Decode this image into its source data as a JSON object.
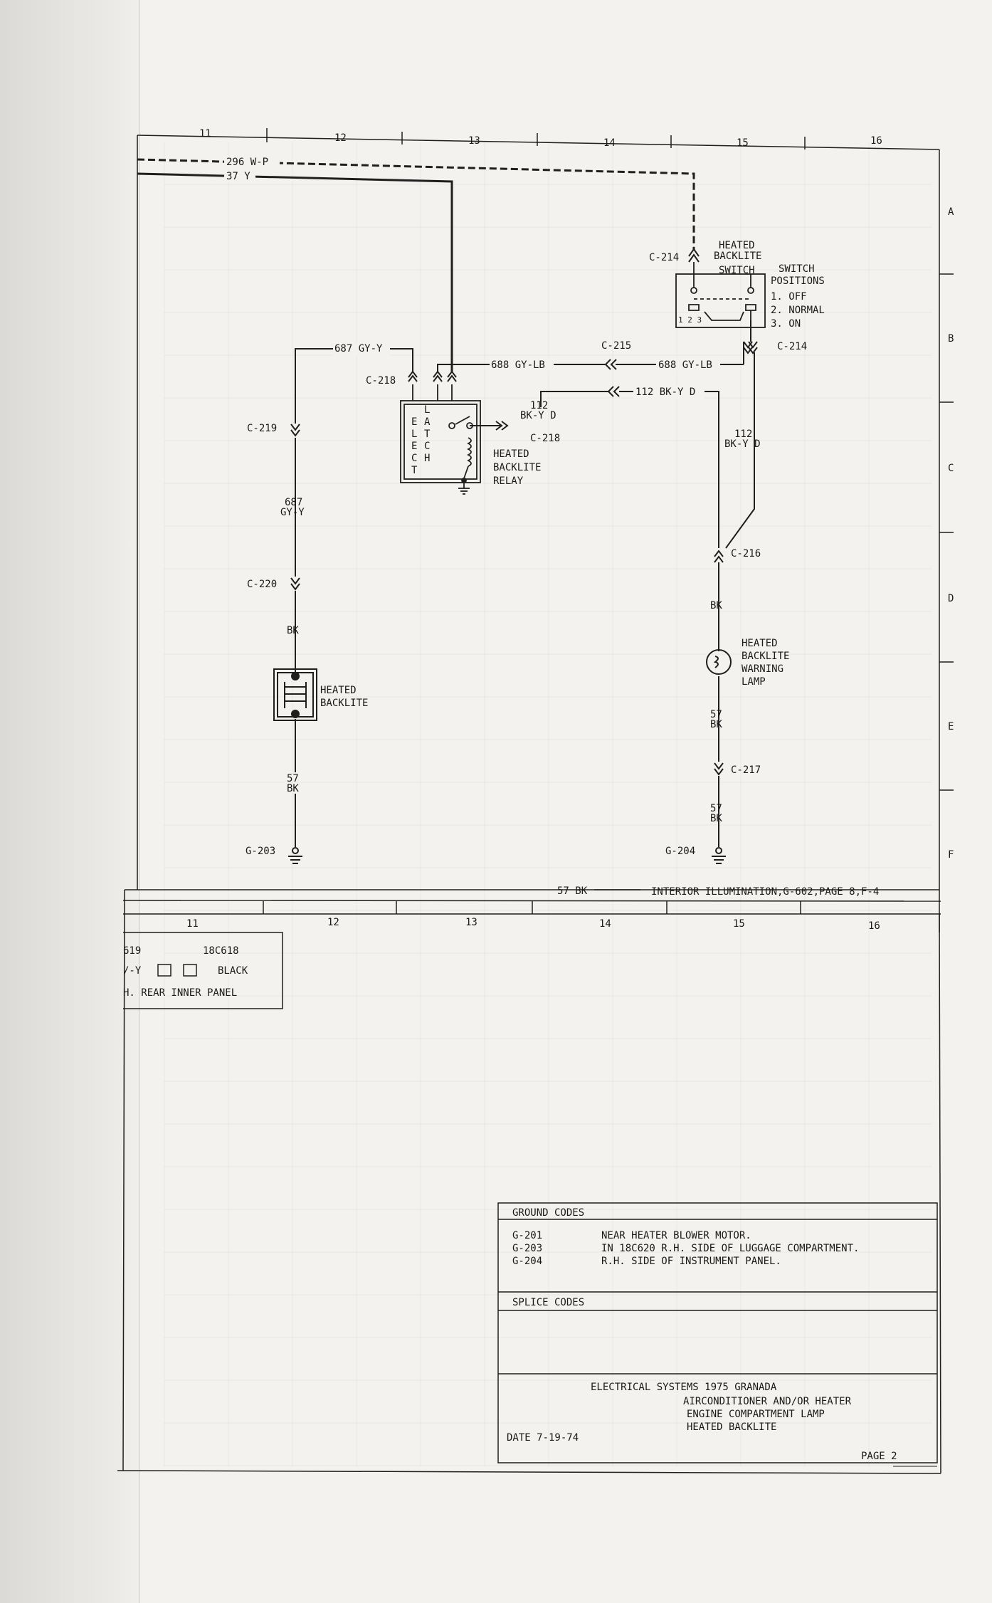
{
  "grid": {
    "top_cols": [
      "11",
      "12",
      "13",
      "14",
      "15",
      "16"
    ],
    "bottom_cols": [
      "11",
      "12",
      "13",
      "14",
      "15",
      "16"
    ],
    "rows": [
      "A",
      "B",
      "C",
      "D",
      "E",
      "F"
    ]
  },
  "wires": {
    "w296": "296 W-P",
    "w37": "37 Y",
    "w687": "687 GY-Y",
    "w687_v1": "687",
    "w687_v2": "GY-Y",
    "w688a": "688 GY-LB",
    "w688b": "688 GY-LB",
    "w112_a1": "112",
    "w112_a2": "BK-Y D",
    "w112_b": "112 BK-Y D",
    "w112_c1": "112",
    "w112_c2": "BK-Y D",
    "bk_left": "BK",
    "bk_right": "BK",
    "w57_l1": "57",
    "w57_l2": "BK",
    "w57_r1": "57",
    "w57_r2": "BK",
    "w57_r3": "57",
    "w57_r4": "BK",
    "w57_bottom": "57 BK",
    "bottom_ref": "INTERIOR ILLUMINATION,G-602,PAGE 8,F-4"
  },
  "connectors": {
    "c214_top": "C-214",
    "c214_right": "C-214",
    "c215": "C-215",
    "c216": "C-216",
    "c217": "C-217",
    "c218_top": "C-218",
    "c218_relay": "C-218",
    "c219": "C-219",
    "c220": "C-220"
  },
  "components": {
    "switch": [
      "HEATED",
      "BACKLITE",
      "SWITCH"
    ],
    "switch_positions": [
      "SWITCH",
      "POSITIONS",
      "1. OFF",
      "2. NORMAL",
      "3. ON"
    ],
    "switch_pins": "1 2 3",
    "relay": [
      "HEATED",
      "BACKLITE",
      "RELAY"
    ],
    "relay_elect": [
      "E",
      "L",
      "E",
      "C",
      "T"
    ],
    "relay_latch": [
      "L",
      "A",
      "T",
      "C",
      "H"
    ],
    "backlite": [
      "HEATED",
      "BACKLITE"
    ],
    "lamp": [
      "HEATED",
      "BACKLITE",
      "WARNING",
      "LAMP"
    ]
  },
  "grounds": {
    "g203": "G-203",
    "g204": "G-204"
  },
  "connector_box": {
    "code_a": "619",
    "code_b": "18C618",
    "wire": "/-Y",
    "color": "BLACK",
    "location": "H. REAR INNER PANEL"
  },
  "ground_codes": {
    "header": "GROUND CODES",
    "rows": [
      {
        "code": "G-201",
        "desc": "NEAR HEATER BLOWER MOTOR."
      },
      {
        "code": "G-203",
        "desc": "IN 18C620 R.H. SIDE OF LUGGAGE COMPARTMENT."
      },
      {
        "code": "G-204",
        "desc": "R.H. SIDE OF INSTRUMENT PANEL."
      }
    ]
  },
  "splice_codes": {
    "header": "SPLICE CODES"
  },
  "title_block": {
    "lines": [
      "ELECTRICAL SYSTEMS 1975 GRANADA",
      "AIRCONDITIONER AND/OR HEATER",
      "ENGINE COMPARTMENT LAMP",
      "HEATED BACKLITE"
    ],
    "date": "DATE 7-19-74",
    "page": "PAGE 2"
  }
}
